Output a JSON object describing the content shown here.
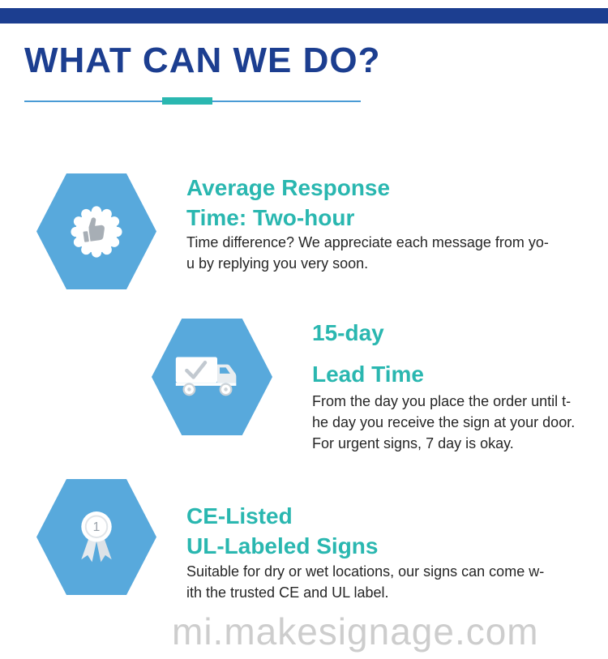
{
  "header": {
    "title": "WHAT CAN WE DO?"
  },
  "features": [
    {
      "icon": "thumbs-up-badge-icon",
      "heading_line1": "Average Response",
      "heading_line2": "Time: Two-hour",
      "body_lines": [
        "Time difference? We appreciate each message from yo-",
        "u by replying you very soon."
      ]
    },
    {
      "icon": "delivery-truck-icon",
      "heading_line1": "15-day",
      "heading_line2": "Lead Time",
      "body_lines": [
        "From the day you place the order until t-",
        "he day you receive the sign at your door.",
        "For urgent signs, 7 day is okay."
      ]
    },
    {
      "icon": "first-place-medal-icon",
      "heading_line1": "CE-Listed",
      "heading_line2": "UL-Labeled Signs",
      "body_lines": [
        "Suitable for dry or wet locations, our signs can come w-",
        "ith the trusted CE and UL label."
      ]
    }
  ],
  "medal_number": "1",
  "watermark": "mi.makesignage.com",
  "colors": {
    "navy": "#1c3e90",
    "teal": "#2ab7b0",
    "hexagon_blue": "#58a9dc",
    "body_text": "#262626",
    "watermark_gray": "#cdcdcd"
  }
}
